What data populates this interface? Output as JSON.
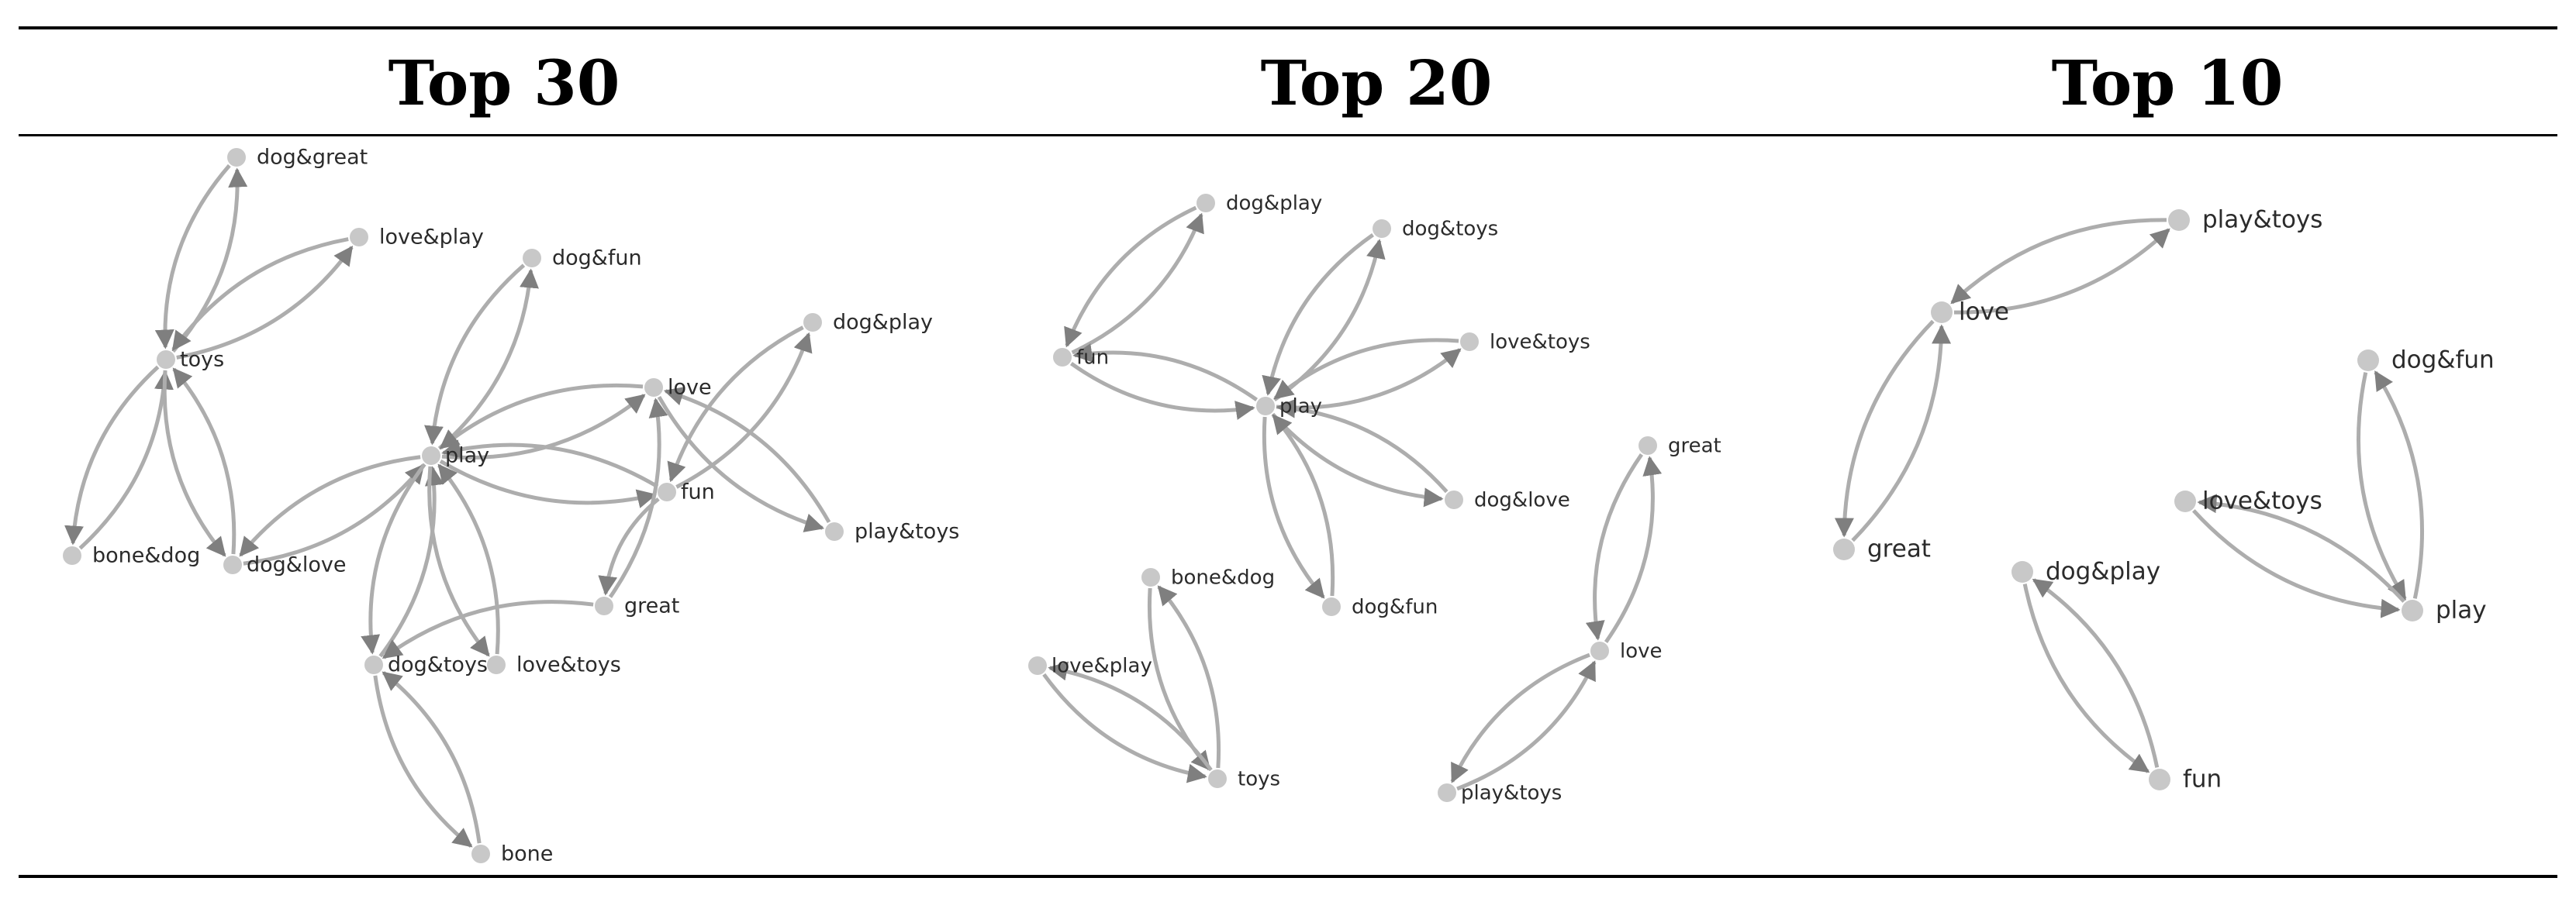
{
  "titles": [
    "Top 30",
    "Top 20",
    "Top 10"
  ],
  "panels": [
    {
      "name": "top-30",
      "nodes": [
        "dog&great",
        "love&play",
        "dog&fun",
        "toys",
        "dog&play",
        "love",
        "play",
        "fun",
        "bone&dog",
        "dog&love",
        "play&toys",
        "great",
        "dog&toys",
        "love&toys",
        "bone"
      ],
      "edges": [
        [
          "toys",
          "dog&great"
        ],
        [
          "dog&great",
          "toys"
        ],
        [
          "toys",
          "love&play"
        ],
        [
          "love&play",
          "toys"
        ],
        [
          "toys",
          "bone&dog"
        ],
        [
          "bone&dog",
          "toys"
        ],
        [
          "toys",
          "dog&love"
        ],
        [
          "dog&love",
          "toys"
        ],
        [
          "dog&love",
          "play"
        ],
        [
          "play",
          "dog&love"
        ],
        [
          "play",
          "dog&fun"
        ],
        [
          "dog&fun",
          "play"
        ],
        [
          "play",
          "love"
        ],
        [
          "love",
          "play"
        ],
        [
          "play",
          "fun"
        ],
        [
          "fun",
          "play"
        ],
        [
          "play",
          "dog&toys"
        ],
        [
          "dog&toys",
          "play"
        ],
        [
          "play",
          "love&toys"
        ],
        [
          "love&toys",
          "play"
        ],
        [
          "fun",
          "dog&play"
        ],
        [
          "dog&play",
          "fun"
        ],
        [
          "love",
          "play&toys"
        ],
        [
          "play&toys",
          "love"
        ],
        [
          "fun",
          "great"
        ],
        [
          "great",
          "love"
        ],
        [
          "great",
          "dog&toys"
        ],
        [
          "dog&toys",
          "bone"
        ],
        [
          "bone",
          "dog&toys"
        ]
      ]
    },
    {
      "name": "top-20",
      "nodes": [
        "dog&play",
        "dog&toys",
        "fun",
        "love&toys",
        "play",
        "dog&love",
        "dog&fun",
        "bone&dog",
        "love&play",
        "toys",
        "great",
        "love",
        "play&toys"
      ],
      "edges": [
        [
          "fun",
          "dog&play"
        ],
        [
          "dog&play",
          "fun"
        ],
        [
          "fun",
          "play"
        ],
        [
          "play",
          "fun"
        ],
        [
          "play",
          "dog&toys"
        ],
        [
          "dog&toys",
          "play"
        ],
        [
          "play",
          "love&toys"
        ],
        [
          "love&toys",
          "play"
        ],
        [
          "play",
          "dog&love"
        ],
        [
          "dog&love",
          "play"
        ],
        [
          "play",
          "dog&fun"
        ],
        [
          "dog&fun",
          "play"
        ],
        [
          "bone&dog",
          "toys"
        ],
        [
          "toys",
          "bone&dog"
        ],
        [
          "love&play",
          "toys"
        ],
        [
          "toys",
          "love&play"
        ],
        [
          "love",
          "great"
        ],
        [
          "great",
          "love"
        ],
        [
          "love",
          "play&toys"
        ],
        [
          "play&toys",
          "love"
        ]
      ]
    },
    {
      "name": "top-10",
      "nodes": [
        "play&toys",
        "love",
        "dog&fun",
        "love&toys",
        "great",
        "dog&play",
        "play",
        "fun"
      ],
      "edges": [
        [
          "love",
          "play&toys"
        ],
        [
          "play&toys",
          "love"
        ],
        [
          "love",
          "great"
        ],
        [
          "great",
          "love"
        ],
        [
          "dog&fun",
          "play"
        ],
        [
          "play",
          "dog&fun"
        ],
        [
          "love&toys",
          "play"
        ],
        [
          "play",
          "love&toys"
        ],
        [
          "dog&play",
          "fun"
        ],
        [
          "fun",
          "dog&play"
        ]
      ]
    }
  ]
}
